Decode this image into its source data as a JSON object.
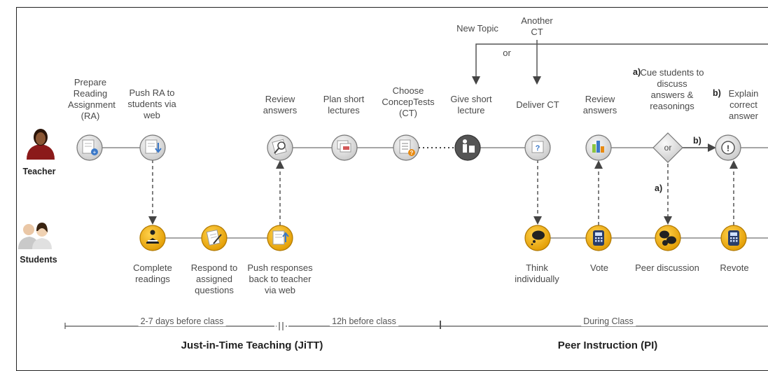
{
  "roles": {
    "teacher": "Teacher",
    "students": "Students"
  },
  "teacher_steps": {
    "prepare_ra": "Prepare Reading Assignment (RA)",
    "push_ra": "Push RA to students via web",
    "review_answers_1": "Review answers",
    "plan_lectures": "Plan short lectures",
    "choose_ct": "Choose ConcepTests (CT)",
    "give_lecture": "Give short lecture",
    "deliver_ct": "Deliver CT",
    "review_answers_2": "Review answers",
    "cue_students_prefix": "a)",
    "cue_students": "Cue students to discuss answers & reasonings",
    "explain_prefix": "b)",
    "explain": "Explain correct answer"
  },
  "student_steps": {
    "complete_readings": "Complete readings",
    "respond": "Respond to assigned questions",
    "push_responses": "Push responses back to teacher via web",
    "think": "Think individually",
    "vote": "Vote",
    "peer_discussion": "Peer discussion",
    "revote": "Revote"
  },
  "loop": {
    "new_topic": "New Topic",
    "another_ct": "Another CT",
    "or": "or"
  },
  "decision": {
    "or": "or",
    "branch_a": "a)",
    "branch_b": "b)"
  },
  "timeline": {
    "before_class": "2-7 days before class",
    "hours_before": "12h before class",
    "during_class": "During Class"
  },
  "sections": {
    "jitt": "Just-in-Time Teaching (JiTT)",
    "pi": "Peer Instruction (PI)"
  },
  "colors": {
    "student_node": "#f5b316",
    "teacher_node": "#e6e6e6",
    "line": "#888888",
    "dark_node": "#4a4a4a"
  },
  "icons": {
    "prepare_ra": "document-plus-icon",
    "push_ra": "document-download-icon",
    "review_1": "magnifier-icon",
    "plan": "slides-icon",
    "choose_ct": "checklist-icon",
    "lecture": "lecturer-icon",
    "deliver_ct": "question-icon",
    "review_2": "bar-chart-icon",
    "decision": "diamond-icon",
    "explain": "exclamation-icon",
    "complete": "reader-icon",
    "respond": "pencil-paper-icon",
    "push_resp": "document-upload-icon",
    "think": "thought-bubble-icon",
    "vote": "clicker-icon",
    "peer": "speech-bubbles-icon",
    "revote": "clicker-icon"
  }
}
